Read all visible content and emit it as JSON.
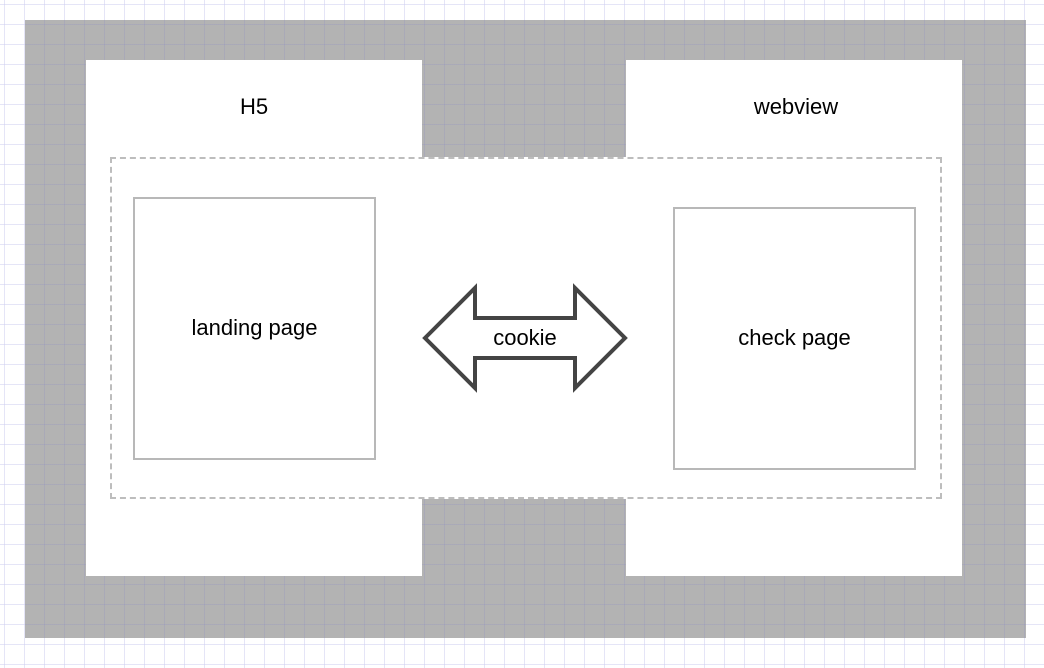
{
  "panels": {
    "h5": {
      "title": "H5"
    },
    "webview": {
      "title": "webview"
    }
  },
  "pages": {
    "landing": {
      "label": "landing page"
    },
    "check": {
      "label": "check page"
    }
  },
  "connector": {
    "label": "cookie",
    "type": "double-arrow"
  },
  "colors": {
    "frame": "#b3b3b3",
    "panel": "#ffffff",
    "dashed_border": "#bdbdbd",
    "box_border": "#b8b8b8",
    "arrow_stroke": "#444444"
  }
}
